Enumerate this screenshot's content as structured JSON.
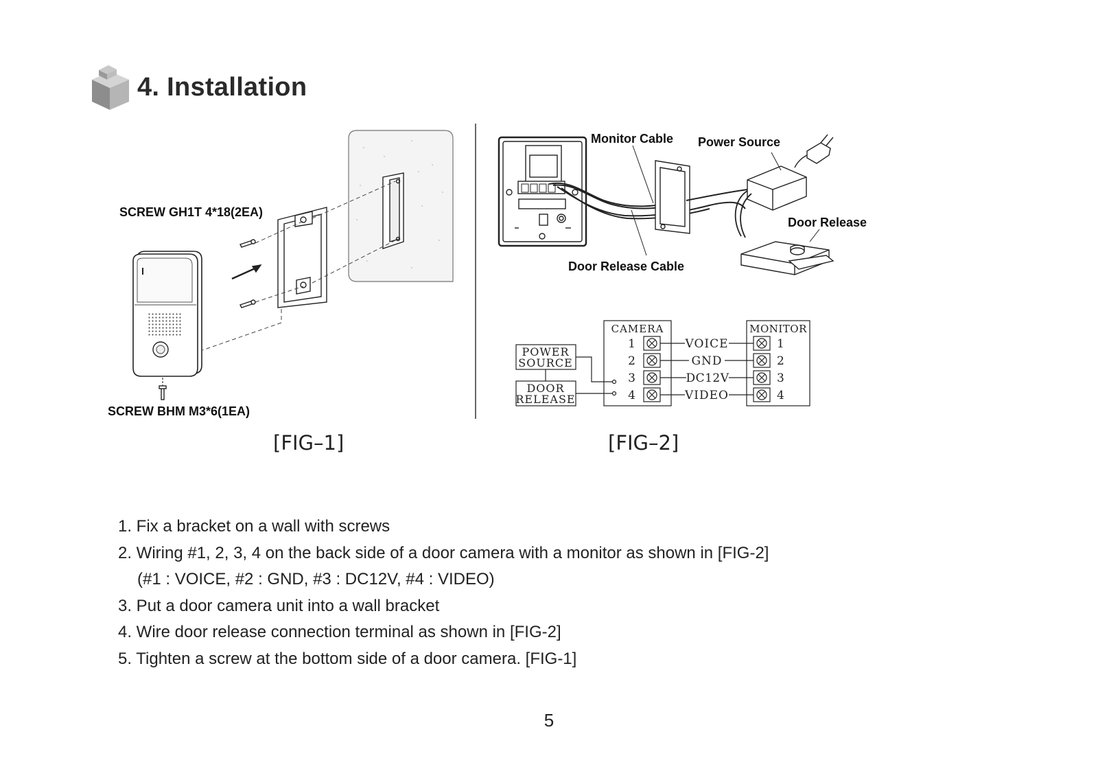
{
  "heading": {
    "title": "4. Installation",
    "icon": "cube-icon"
  },
  "fig1": {
    "caption": "[FIG–1]",
    "screw_top_label": "SCREW GH1T 4*18(2EA)",
    "screw_bottom_label": "SCREW BHM M3*6(1EA)"
  },
  "fig2": {
    "caption": "[FIG–2]",
    "labels": {
      "monitor_cable": "Monitor Cable",
      "power_source": "Power Source",
      "door_release": "Door Release",
      "door_release_cable": "Door Release Cable"
    },
    "schematic": {
      "camera_title": "CAMERA",
      "monitor_title": "MONITOR",
      "power_source": [
        "POWER",
        "SOURCE"
      ],
      "door_release": [
        "DOOR",
        "RELEASE"
      ],
      "terminals": [
        {
          "num": "1",
          "signal": "VOICE"
        },
        {
          "num": "2",
          "signal": "GND"
        },
        {
          "num": "3",
          "signal": "DC12V"
        },
        {
          "num": "4",
          "signal": "VIDEO"
        }
      ]
    }
  },
  "steps": [
    "1. Fix a bracket on a wall with screws",
    "2. Wiring #1, 2, 3, 4 on the back side of a door camera with a monitor as shown in [FIG-2]",
    "(#1 : VOICE,  #2 : GND,  #3 : DC12V,  #4 : VIDEO)",
    "3. Put a door camera unit into a wall bracket",
    "4. Wire door release connection terminal as shown in [FIG-2]",
    "5. Tighten a screw at the bottom side of a door camera. [FIG-1]"
  ],
  "page_number": "5"
}
